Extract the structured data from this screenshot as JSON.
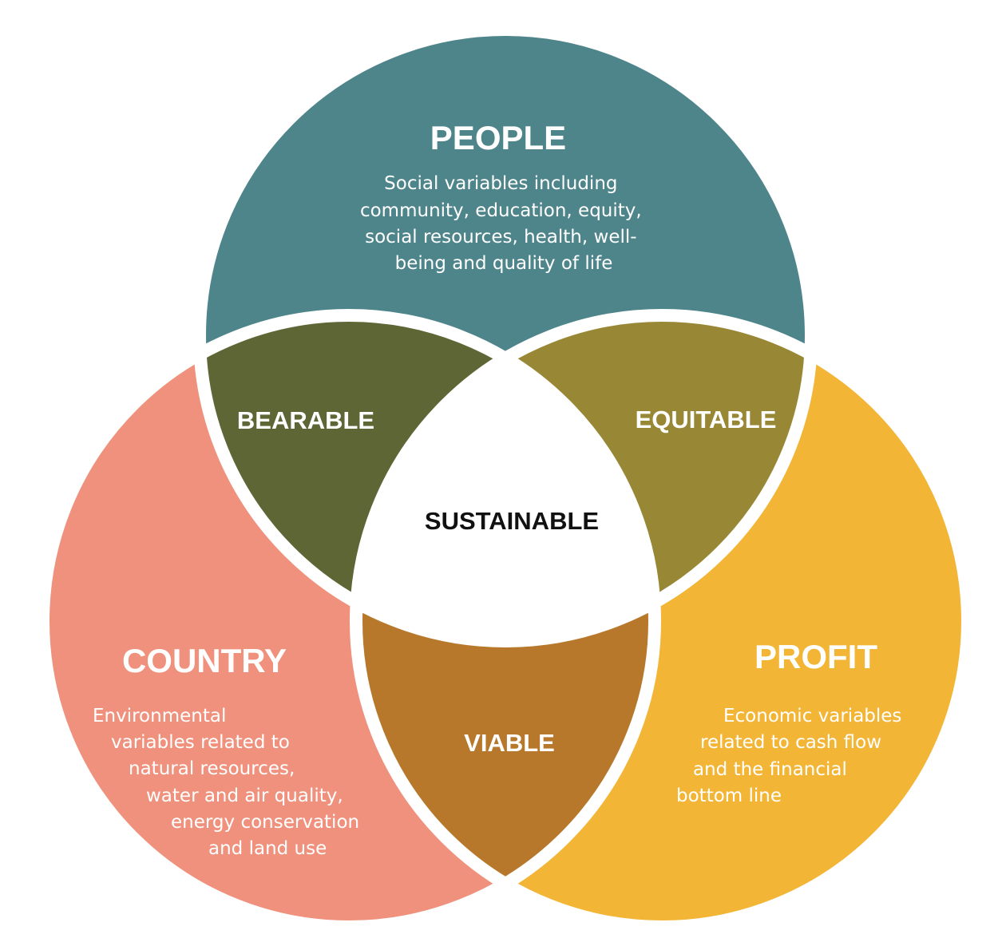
{
  "colors": {
    "people": "#4e858b",
    "country": "#ef917c",
    "profit": "#f3b535",
    "bearable": "#5f6636",
    "equitable": "#988735",
    "viable": "#b8782c",
    "sustainable": "#ffffff",
    "outline": "#ffffff",
    "center_text": "#111111"
  },
  "people": {
    "title": "PEOPLE",
    "description": [
      "Social variables including",
      "community, education, equity,",
      "social resources, health, well-",
      "being and quality of life"
    ]
  },
  "country": {
    "title": "COUNTRY",
    "description": [
      "Environmental",
      "variables related to",
      "natural resources,",
      "water and air quality,",
      "energy conservation",
      "and land use"
    ]
  },
  "profit": {
    "title": "PROFIT",
    "description": [
      "Economic variables",
      "related to cash flow",
      "and the financial",
      "bottom line"
    ]
  },
  "overlaps": {
    "bearable": "BEARABLE",
    "equitable": "EQUITABLE",
    "viable": "VIABLE",
    "sustainable": "SUSTAINABLE"
  }
}
